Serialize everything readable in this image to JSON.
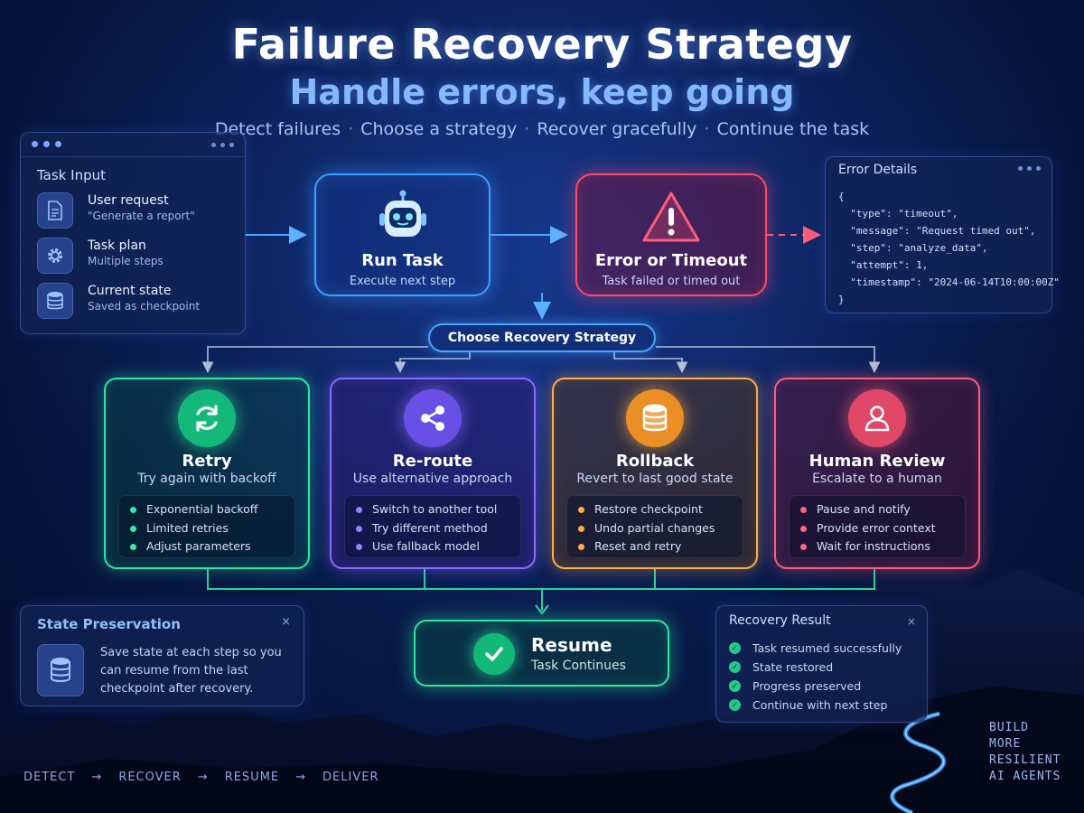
{
  "header": {
    "title": "Failure Recovery Strategy",
    "subtitle": "Handle errors, keep going",
    "tagline": [
      "Detect failures",
      "Choose a strategy",
      "Recover gracefully",
      "Continue the task"
    ]
  },
  "task_input": {
    "title": "Task Input",
    "items": [
      {
        "title": "User request",
        "subtitle": "\"Generate a report\"",
        "icon": "document-icon"
      },
      {
        "title": "Task plan",
        "subtitle": "Multiple steps",
        "icon": "gear-icon"
      },
      {
        "title": "Current state",
        "subtitle": "Saved as checkpoint",
        "icon": "database-icon"
      }
    ]
  },
  "run_task": {
    "title": "Run Task",
    "subtitle": "Execute next step",
    "icon": "robot-icon",
    "color": "#3aa0ff"
  },
  "error_box": {
    "title": "Error or Timeout",
    "subtitle": "Task failed or timed out",
    "icon": "warning-icon",
    "color": "#ff4a6a"
  },
  "error_details": {
    "title": "Error Details",
    "code": "{\n  \"type\": \"timeout\",\n  \"message\": \"Request timed out\",\n  \"step\": \"analyze_data\",\n  \"attempt\": 1,\n  \"timestamp\": \"2024-06-14T10:00:00Z\"\n}"
  },
  "choose": {
    "label": "Choose Recovery Strategy"
  },
  "strategies": [
    {
      "title": "Retry",
      "subtitle": "Try again with backoff",
      "icon": "refresh-icon",
      "color": "#2ee6a0",
      "items": [
        "Exponential backoff",
        "Limited retries",
        "Adjust parameters"
      ]
    },
    {
      "title": "Re-route",
      "subtitle": "Use alternative approach",
      "icon": "share-icon",
      "color": "#8a6bff",
      "items": [
        "Switch to another tool",
        "Try different method",
        "Use fallback model"
      ]
    },
    {
      "title": "Rollback",
      "subtitle": "Revert to last good state",
      "icon": "database-icon",
      "color": "#ffb040",
      "items": [
        "Restore checkpoint",
        "Undo partial changes",
        "Reset and retry"
      ]
    },
    {
      "title": "Human Review",
      "subtitle": "Escalate to a human",
      "icon": "user-icon",
      "color": "#ff5c7a",
      "items": [
        "Pause and notify",
        "Provide error context",
        "Wait for instructions"
      ]
    }
  ],
  "resume": {
    "title": "Resume",
    "subtitle": "Task Continues",
    "icon": "check-icon"
  },
  "state_preservation": {
    "title": "State Preservation",
    "text": "Save state at each step so you can resume from the last checkpoint after recovery.",
    "close": "×"
  },
  "recovery_result": {
    "title": "Recovery Result",
    "close": "×",
    "items": [
      "Task resumed successfully",
      "State restored",
      "Progress preserved",
      "Continue with next step"
    ]
  },
  "footer": {
    "steps": [
      "DETECT",
      "RECOVER",
      "RESUME",
      "DELIVER"
    ],
    "arrow": "→"
  },
  "build_text": [
    "BUILD",
    "MORE",
    "RESILIENT",
    "AI AGENTS"
  ]
}
